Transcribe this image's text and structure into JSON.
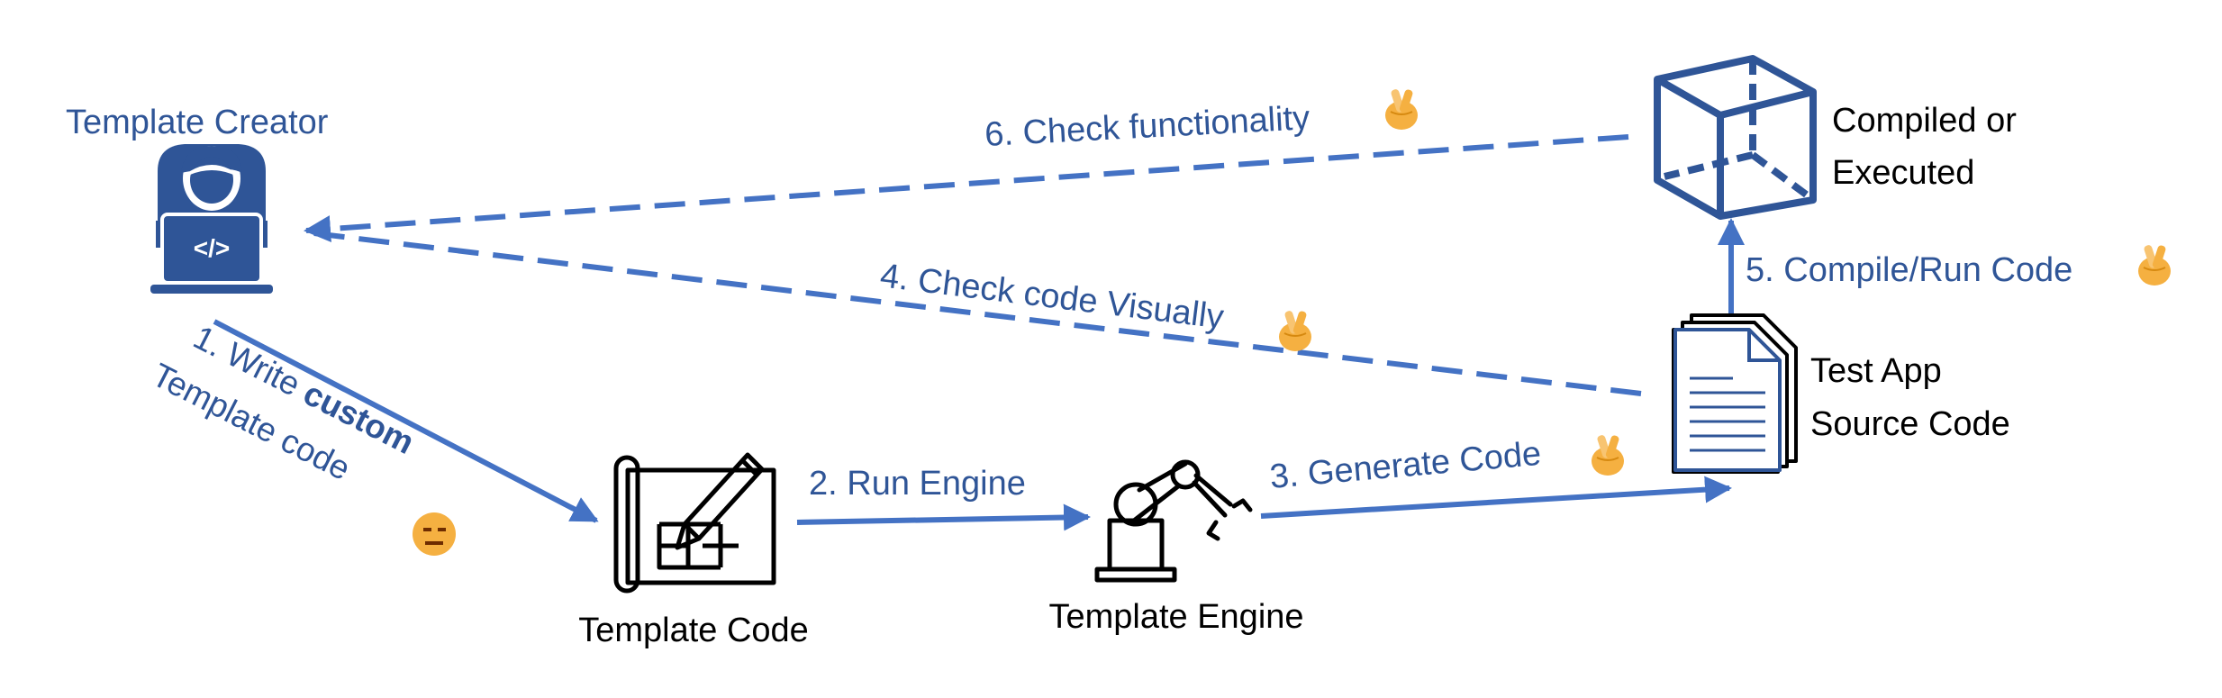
{
  "colors": {
    "accent": "#4472C4",
    "title_blue": "#2F5597",
    "icon_blue": "#2F5597",
    "emoji": "#F5B041",
    "black": "#000000"
  },
  "nodes": {
    "creator": {
      "label": "Template Creator",
      "icon": "user-coder-icon"
    },
    "template_code": {
      "label": "Template Code",
      "icon": "blueprint-pencil-icon"
    },
    "template_engine": {
      "label": "Template Engine",
      "icon": "robot-arm-icon"
    },
    "source_code": {
      "label_line1": "Test App",
      "label_line2": "Source Code",
      "icon": "documents-icon"
    },
    "compiled": {
      "label_line1": "Compiled or",
      "label_line2": "Executed",
      "icon": "cube-icon"
    }
  },
  "steps": {
    "s1": {
      "line1_prefix": "1. Write ",
      "line1_bold": "custom",
      "line2": "Template code",
      "emoji": "expressionless-face-icon"
    },
    "s2": {
      "label": "2. Run Engine"
    },
    "s3": {
      "label": "3. Generate Code",
      "emoji": "crossed-fingers-icon"
    },
    "s4": {
      "label": "4. Check code Visually",
      "emoji": "crossed-fingers-icon"
    },
    "s5": {
      "label": "5. Compile/Run Code",
      "emoji": "crossed-fingers-icon"
    },
    "s6": {
      "label": "6. Check functionality",
      "emoji": "crossed-fingers-icon"
    }
  }
}
